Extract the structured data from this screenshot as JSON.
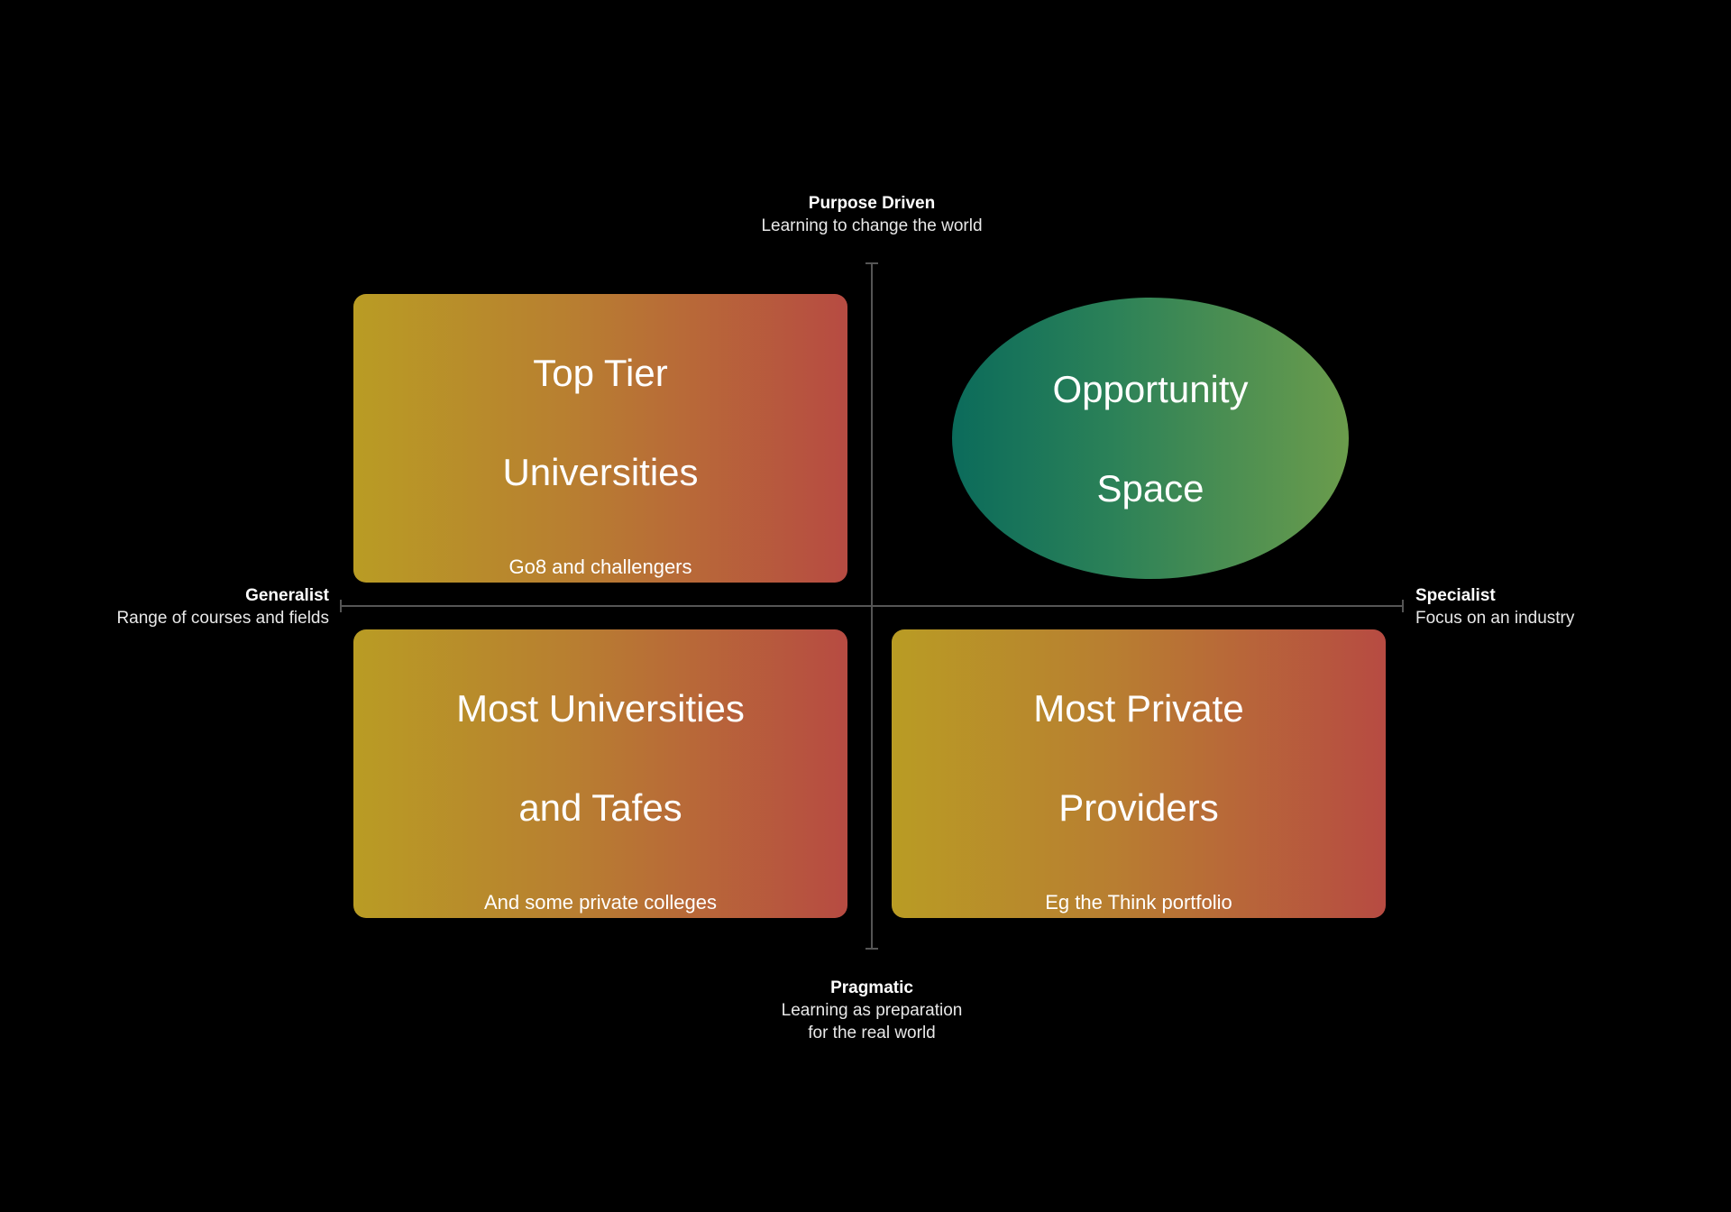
{
  "axes": {
    "top": {
      "title": "Purpose Driven",
      "subtitle": "Learning to change the world"
    },
    "bottom": {
      "title": "Pragmatic",
      "subtitle_line1": "Learning as preparation",
      "subtitle_line2": "for the real world"
    },
    "left": {
      "title": "Generalist",
      "subtitle": "Range of courses and fields"
    },
    "right": {
      "title": "Specialist",
      "subtitle": "Focus on an industry"
    }
  },
  "quadrants": {
    "top_left": {
      "title_line1": "Top Tier",
      "title_line2": "Universities",
      "subtitle": "Go8 and challengers"
    },
    "top_right": {
      "title_line1": "Opportunity",
      "title_line2": "Space"
    },
    "bottom_left": {
      "title_line1": "Most Universities",
      "title_line2": "and Tafes",
      "subtitle": "And some private colleges"
    },
    "bottom_right": {
      "title_line1": "Most Private",
      "title_line2": "Providers",
      "subtitle": "Eg the Think portfolio"
    }
  },
  "colors": {
    "background": "#000000",
    "box_gradient": [
      "#b99c24",
      "#b87e31",
      "#b74b42"
    ],
    "ellipse_gradient": [
      "#0b6b5b",
      "#2b8158",
      "#6b9c4c"
    ],
    "axis": "#555555"
  }
}
